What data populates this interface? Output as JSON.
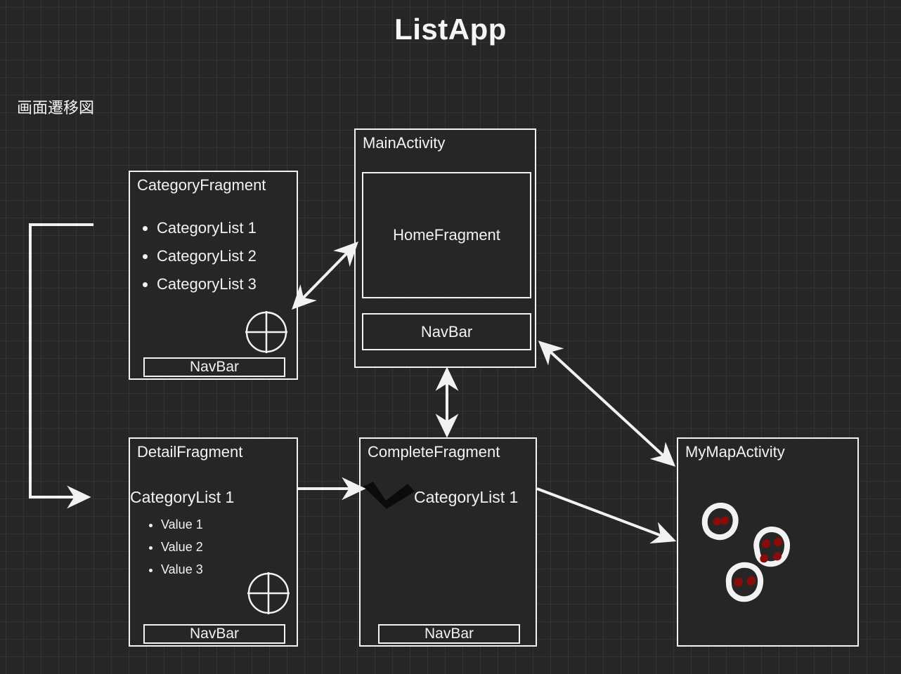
{
  "page": {
    "title": "ListApp",
    "caption": "画面遷移図",
    "background_color": "#262626",
    "stroke_color": "#f2f2f2",
    "marker_color": "#8b0b0b"
  },
  "screens": {
    "category_fragment": {
      "title": "CategoryFragment",
      "items": [
        "CategoryList 1",
        "CategoryList 2",
        "CategoryList 3"
      ],
      "navbar": "NavBar",
      "icon": "crosshair-icon"
    },
    "main_activity": {
      "title": "MainActivity",
      "home_fragment": "HomeFragment",
      "navbar": "NavBar"
    },
    "detail_fragment": {
      "title": "DetailFragment",
      "heading": "CategoryList 1",
      "items": [
        "Value 1",
        "Value 2",
        "Value 3"
      ],
      "navbar": "NavBar",
      "icon": "crosshair-icon"
    },
    "complete_fragment": {
      "title": "CompleteFragment",
      "heading": "CategoryList 1",
      "navbar": "NavBar",
      "icon": "check-icon"
    },
    "my_map_activity": {
      "title": "MyMapActivity",
      "markers": [
        "map-marker-cluster-1",
        "map-marker-cluster-2",
        "map-marker-cluster-3"
      ]
    }
  },
  "connectors": [
    {
      "name": "loop-category-to-detail",
      "kind": "orthogonal-arrow",
      "heads": 1
    },
    {
      "name": "category-to-main",
      "kind": "diagonal-arrow",
      "heads": 2
    },
    {
      "name": "main-to-complete",
      "kind": "vertical-arrow",
      "heads": 2
    },
    {
      "name": "main-to-map",
      "kind": "diagonal-arrow",
      "heads": 2
    },
    {
      "name": "detail-to-complete",
      "kind": "horizontal-arrow",
      "heads": 1
    },
    {
      "name": "complete-to-map",
      "kind": "diagonal-arrow",
      "heads": 1
    }
  ]
}
